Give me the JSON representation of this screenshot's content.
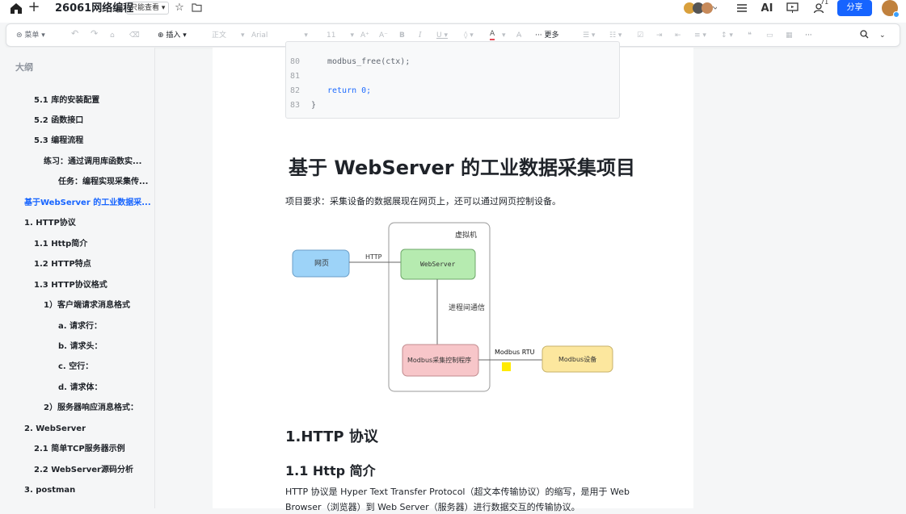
{
  "header": {
    "title": "26061网络编程",
    "mode": "只能查看",
    "share": "分享",
    "ai": "AI",
    "badge": "71"
  },
  "toolbar": {
    "menu": "菜单",
    "insert": "插入",
    "style": "正文",
    "font": "Arial",
    "size": "11",
    "more": "更多"
  },
  "sidebar": {
    "title": "大纲",
    "items": [
      "5.1 库的安装配置",
      "5.2 函数接口",
      "5.3 编程流程",
      "练习：通过调用库函数实...",
      "任务：编程实现采集传...",
      "基于WebServer 的工业数据采...",
      "1. HTTP协议",
      "1.1 Http简介",
      "1.2 HTTP特点",
      "1.3 HTTP协议格式",
      "1）客户端请求消息格式",
      "a. 请求行：",
      "b. 请求头：",
      "c. 空行：",
      "d. 请求体：",
      "2）服务器响应消息格式：",
      "2. WebServer",
      "2.1 简单TCP服务器示例",
      "2.2 WebServer源码分析",
      "3. postman"
    ]
  },
  "code": {
    "lines": [
      {
        "n": "80",
        "t": "modbus_free(ctx);"
      },
      {
        "n": "81",
        "t": ""
      },
      {
        "n": "82",
        "t": "return 0;"
      },
      {
        "n": "83",
        "t": "}"
      }
    ]
  },
  "doc": {
    "heading": "基于 WebServer 的工业数据采集项目",
    "requirement": "项目要求：采集设备的数据展现在网页上，还可以通过网页控制设备。",
    "h2": "1.HTTP 协议",
    "h3": "1.1 Http 简介",
    "para1": "HTTP 协议是 Hyper Text Transfer Protocol（超文本传输协议）的缩写，是用于 Web",
    "para2": "Browser（浏览器）到 Web Server（服务器）进行数据交互的传输协议。"
  },
  "diagram": {
    "vm": "虚拟机",
    "webpage": "网页",
    "http": "HTTP",
    "webserver": "WebServer",
    "ipc": "进程间通信",
    "modbus_prog": "Modbus采集控制程序",
    "modbus_rtu": "Modbus RTU",
    "modbus_dev": "Modbus设备"
  }
}
